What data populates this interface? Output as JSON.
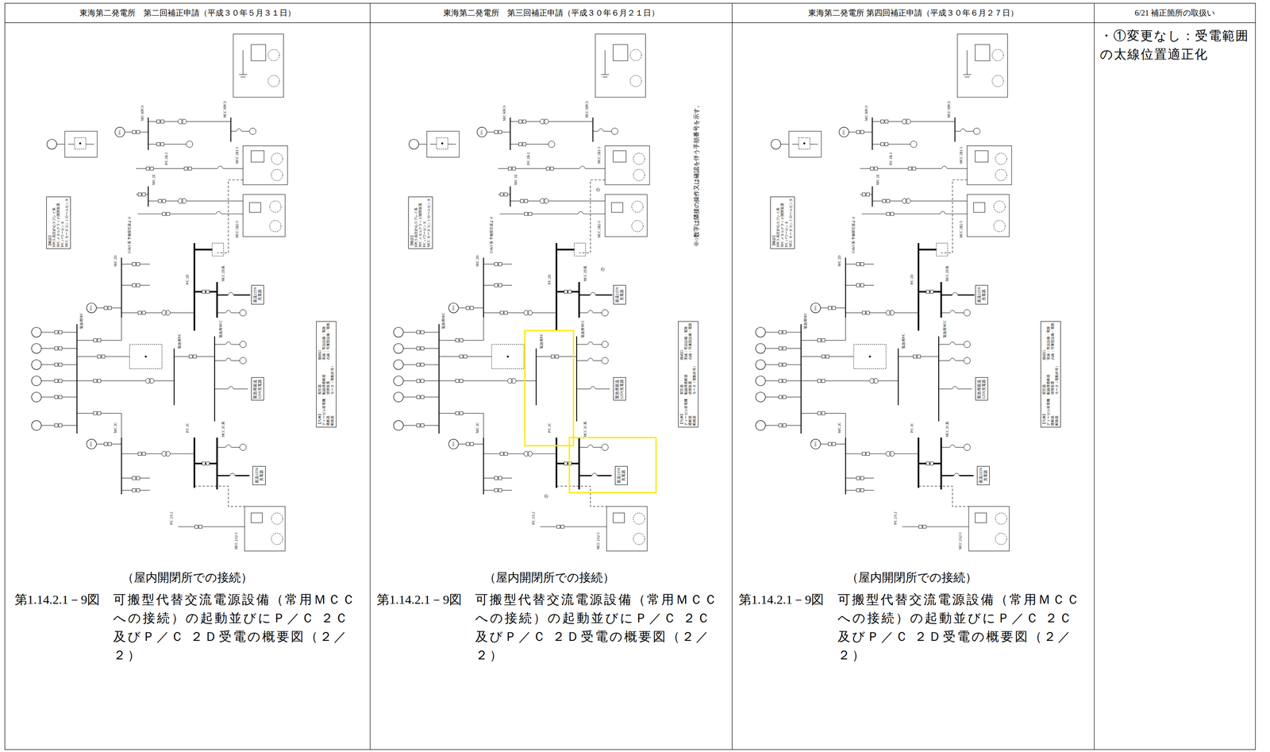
{
  "diagram": {
    "nodes": [
      {
        "text": [
          "【略語】",
          "HPCS 高圧炉心スプレイ系",
          "M/C メタルクラッド開閉装置",
          "P/C パワーセンタ",
          "MCC モータコントロールセンタ"
        ]
      },
      {
        "text": [
          "【凡例】",
          "ディーゼル発電機",
          "遮断器",
          "断路器",
          "変圧器",
          "配線用遮断器",
          "切替装置",
          "モータ（電動弁等）",
          "接続口",
          "実線：常設設備・電路",
          "点線：可搬型設備・電路"
        ]
      },
      {
        "text": [
          "直流125V 充電器"
        ]
      },
      {
        "text": [
          "緊急用直流 125V充電器"
        ]
      },
      {
        "text": [
          "直流125V 充電器"
        ]
      },
      {
        "text": [
          "【略語】",
          "HPCS 高圧炉心スプレイ系",
          "M/C メタルクラッド開閉装置",
          "P/C パワーセンタ",
          "MCC モータコントロールセンタ"
        ]
      },
      {
        "text": [
          "【凡例】",
          "ディーゼル発電機",
          "遮断器",
          "断路器",
          "変圧器",
          "配線用遮断器",
          "切替装置",
          "モータ（電動弁等）",
          "接続口",
          "実線：常設設備・電路",
          "点線：可搬型設備・電路"
        ]
      },
      {
        "text": [
          "直流125V 充電器"
        ]
      },
      {
        "text": [
          "緊急用直流 125V充電器"
        ]
      },
      {
        "text": [
          "直流125V 充電器"
        ]
      },
      {
        "text": [
          "【略語】",
          "HPCS 高圧炉心スプレイ系",
          "M/C メタルクラッド開閉装置",
          "P/C パワーセンタ",
          "MCC モータコントロールセンタ"
        ]
      },
      {
        "text": [
          "【凡例】",
          "ディーゼル発電機",
          "遮断器",
          "断路器",
          "変圧器",
          "配線用遮断器",
          "切替装置",
          "モータ（電動弁等）",
          "接続口",
          "実線：常設設備・電路",
          "点線：可搬型設備・電路"
        ]
      },
      {
        "text": [
          "直流125V 充電器"
        ]
      },
      {
        "text": [
          "緊急用直流 125V充電器"
        ]
      },
      {
        "text": [
          "直流125V 充電器"
        ]
      }
    ],
    "labels": [
      "東海第二発電所　第二回補正申請（平成３０年５月３１日）",
      "東海第二発電所　第三回補正申請（平成３０年６月２１日）",
      "東海第二発電所 第四回補正申請（平成３０年６月２７日）",
      "6/21 補正箇所の取扱い",
      "D/G",
      "M/C HPCS",
      "MCC HPCS",
      "M/C 2E",
      "P/C 2B-2",
      "MCC 2B1-3",
      "MCC 2B2-3",
      "154kV系 予備変圧器より",
      "M/C 2D",
      "P/C 2D",
      "MCC 2D系",
      "緊急用M/C",
      "緊急用P/C",
      "緊急用MCC",
      "M/C 2C",
      "P/C 2C",
      "MCC 2C系",
      "P/C 2A-2",
      "MCC 2A2-3",
      "D/G",
      "D/G",
      "（屋内開閉所での接続）",
      "第1.14.2.1－9図",
      "可搬型代替交流電源設備（常用ＭＣＣへの接続）の起動並びにＰ／Ｃ ２Ｃ及びＰ／Ｃ ２Ｄ受電の概要図（２／２）",
      "D/G",
      "M/C HPCS",
      "MCC HPCS",
      "M/C 2E",
      "P/C 2B-2",
      "MCC 2B1-3",
      "MCC 2B2-3",
      "154kV系 予備変圧器より",
      "M/C 2D",
      "P/C 2D",
      "MCC 2D系",
      "緊急用M/C",
      "緊急用P/C",
      "緊急用MCC",
      "M/C 2C",
      "P/C 2C",
      "MCC 2C系",
      "P/C 2A-2",
      "MCC 2A2-3",
      "D/G",
      "D/G",
      "（屋内開閉所での接続）",
      "第1.14.2.1－9図",
      "可搬型代替交流電源設備（常用ＭＣＣへの接続）の起動並びにＰ／Ｃ ２Ｃ及びＰ／Ｃ ２Ｄ受電の概要図（２／２）",
      "D/G",
      "M/C HPCS",
      "MCC HPCS",
      "M/C 2E",
      "P/C 2B-2",
      "MCC 2B1-3",
      "MCC 2B2-3",
      "154kV系 予備変圧器より",
      "M/C 2D",
      "P/C 2D",
      "MCC 2D系",
      "緊急用M/C",
      "緊急用P/C",
      "緊急用MCC",
      "M/C 2C",
      "P/C 2C",
      "MCC 2C系",
      "P/C 2A-2",
      "MCC 2A2-3",
      "D/G",
      "D/G",
      "（屋内開閉所での接続）",
      "第1.14.2.1－9図",
      "可搬型代替交流電源設備（常用ＭＣＣへの接続）の起動並びにＰ／Ｃ ２Ｃ及びＰ／Ｃ ２Ｄ受電の概要図（２／２）",
      "※○数字は隣接の操作又は確認を伴う手順番号を示す。",
      "⑦",
      "⑦",
      "⑦",
      "・①変更なし：受電範囲の太線位置適正化"
    ]
  }
}
